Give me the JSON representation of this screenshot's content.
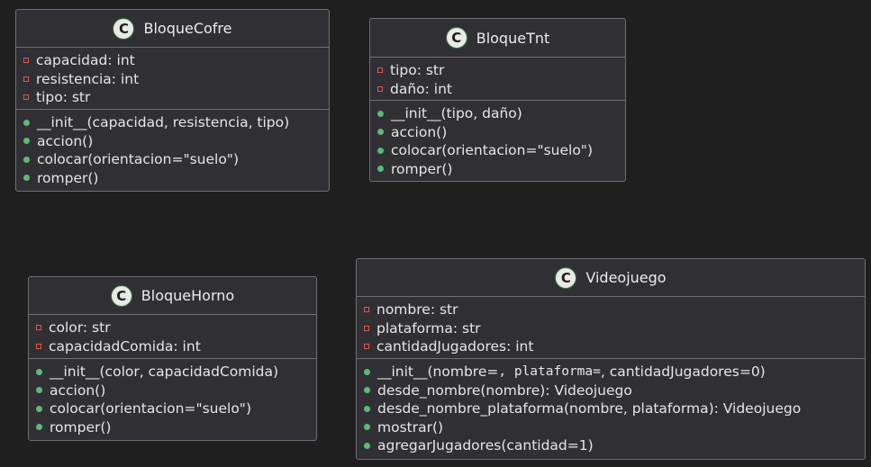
{
  "classes": [
    {
      "name": "BloqueCofre",
      "icon": "C",
      "attributes": [
        "capacidad: int",
        "resistencia: int",
        "tipo: str"
      ],
      "methods": [
        "__init__(capacidad, resistencia, tipo)",
        "accion()",
        "colocar(orientacion=\"suelo\")",
        "romper()"
      ]
    },
    {
      "name": "BloqueTnt",
      "icon": "C",
      "attributes": [
        "tipo: str",
        "daño: int"
      ],
      "methods": [
        "__init__(tipo, daño)",
        "accion()",
        "colocar(orientacion=\"suelo\")",
        "romper()"
      ]
    },
    {
      "name": "BloqueHorno",
      "icon": "C",
      "attributes": [
        "color: str",
        "capacidadComida: int"
      ],
      "methods": [
        "__init__(color, capacidadComida)",
        "accion()",
        "colocar(orientacion=\"suelo\")",
        "romper()"
      ]
    },
    {
      "name": "Videojuego",
      "icon": "C",
      "attributes": [
        "nombre: str",
        "plataforma: str",
        "cantidadJugadores: int"
      ],
      "methods": [
        {
          "pre": "__init__(nombre=",
          "mono": ", plataforma=",
          "post": ", cantidadJugadores=0)"
        },
        "desde_nombre(nombre): Videojuego",
        "desde_nombre_plataforma(nombre, plataforma): Videojuego",
        "mostrar()",
        "agregarJugadores(cantidad=1)"
      ]
    }
  ],
  "colors": {
    "background": "#1f1f1f",
    "box_fill": "#303034",
    "border": "#6e6e73",
    "private_marker": "#d8594f",
    "public_marker": "#5fb878",
    "icon_fill": "#e9e9e9"
  }
}
